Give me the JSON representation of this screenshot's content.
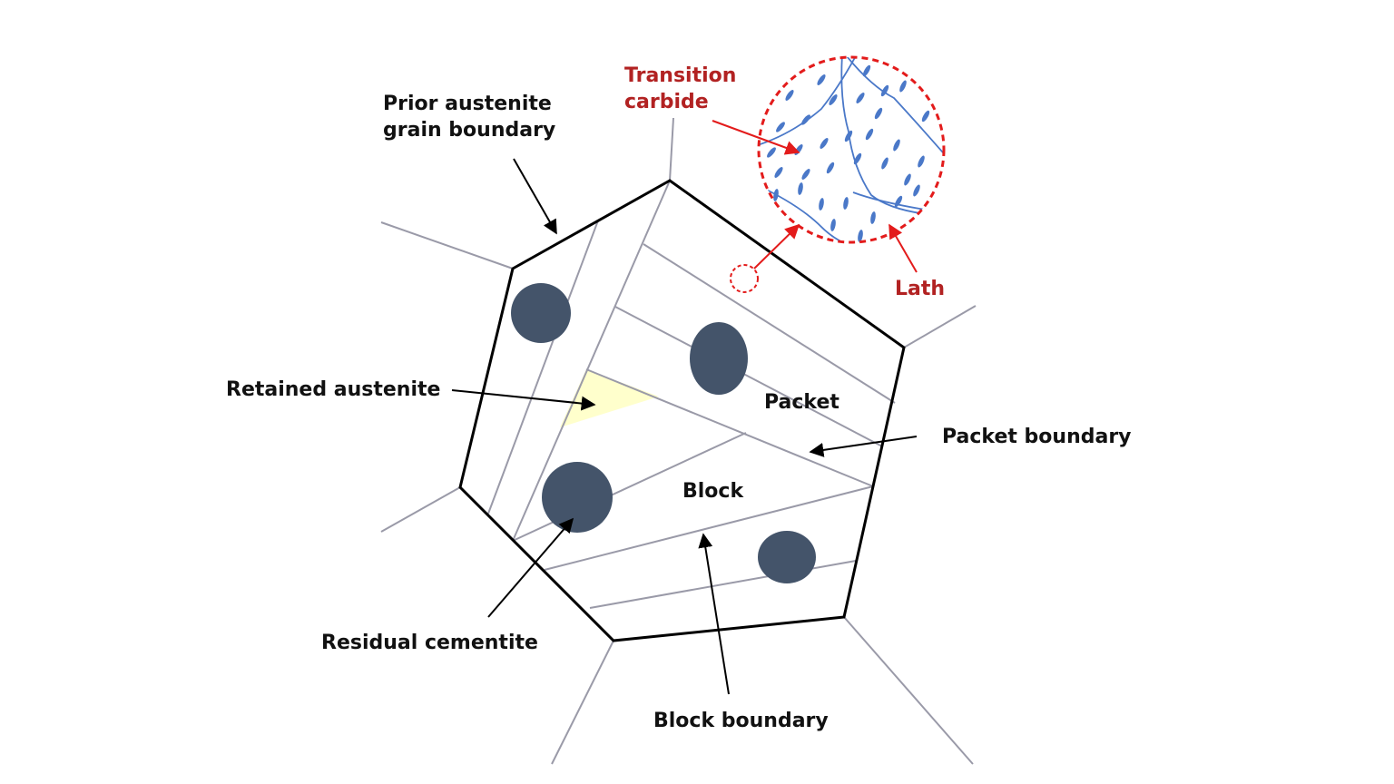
{
  "diagram": {
    "labels": {
      "prior_austenite_line1": "Prior austenite",
      "prior_austenite_line2": "grain boundary",
      "transition_line1": "Transition",
      "transition_line2": "carbide",
      "lath": "Lath",
      "retained_austenite": "Retained austenite",
      "packet": "Packet",
      "packet_boundary": "Packet boundary",
      "block": "Block",
      "residual_cementite": "Residual cementite",
      "block_boundary": "Block boundary"
    },
    "colors": {
      "grain_boundary": "#000000",
      "inner_boundary": "#9a9aa8",
      "cementite": "#44546a",
      "retained_austenite_fill": "#ffffcc",
      "inset_accent": "#e31b1b",
      "lath_lines": "#4a78c8",
      "red_label": "#b22222",
      "text": "#111111"
    }
  }
}
